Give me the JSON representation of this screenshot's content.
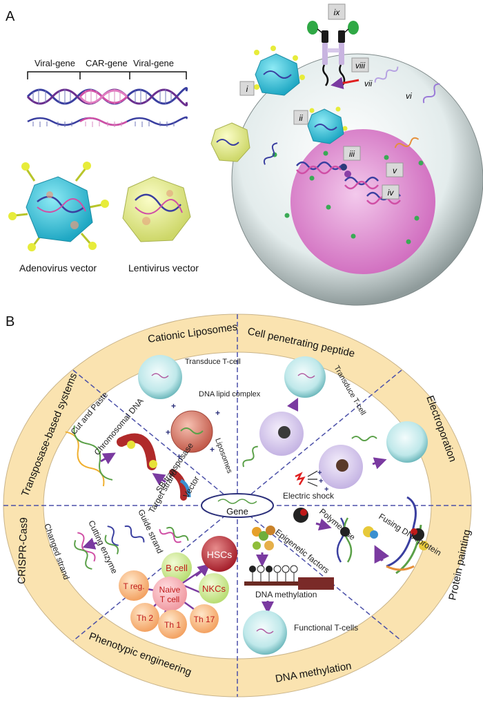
{
  "panel_a": {
    "letter": "A",
    "gene_labels": [
      "Viral-gene",
      "CAR-gene",
      "Viral-gene"
    ],
    "adenovirus_caption": "Adenovirus vector",
    "lentivirus_caption": "Lentivirus vector",
    "steps": [
      "i",
      "ii",
      "iii",
      "iv",
      "v",
      "vi",
      "vii",
      "viii",
      "ix"
    ]
  },
  "panel_b": {
    "letter": "B",
    "center": "Gene",
    "sectors": {
      "cationic_liposomes": "Cationic Liposomes",
      "cell_penetrating_peptide": "Cell penetrating peptide",
      "electroporation": "Electroporation",
      "protein_painting": "Protein painting",
      "dna_methylation": "DNA methylation",
      "phenotypic_engineering": "Phenotypic engineering",
      "crispr_cas9": "CRISPR-Cas9",
      "transposase_based": "Transposase-based systems"
    },
    "liposomes": {
      "transduce": "Transduce T-cell",
      "complex": "DNA lipid complex",
      "liposomes": "Liposomes"
    },
    "cpp": {
      "transduce": "Transduce T-cell"
    },
    "electro": {
      "shock": "Electric shock"
    },
    "protein": {
      "polymerase": "Polymerase",
      "fusing": "Fusing DNA protein"
    },
    "methylation": {
      "epigenetic": "Epigenetic factors",
      "dna_methylation": "DNA methylation",
      "functional": "Functional T-cells"
    },
    "phenotypic": {
      "hscs": "HSCs",
      "bcell": "B cell",
      "nkcs": "NKCs",
      "naive": "Naive T cell",
      "treg": "T reg.",
      "th2": "Th 2",
      "th1": "Th 1",
      "th17": "Th 17"
    },
    "crispr": {
      "changed": "Changed strand",
      "cutting": "Cutting enzyme",
      "guide": "Guide strand",
      "target": "Target strand"
    },
    "transposase": {
      "cut_paste": "Cut and Paste",
      "chromosomal": "Chromosomal DNA",
      "sb": "SB transposase",
      "vector": "Vector"
    }
  },
  "colors": {
    "ring": "#fae3b0",
    "divider": "#4a4fa8",
    "capsid_blue": "#35c6dc",
    "capsid_yellow": "#e8ee8a",
    "nucleus": "#d77ac7",
    "dna_blue": "#3a3fa0",
    "dna_pink": "#d04fa5",
    "arrow_purple": "#7a3aa0"
  }
}
